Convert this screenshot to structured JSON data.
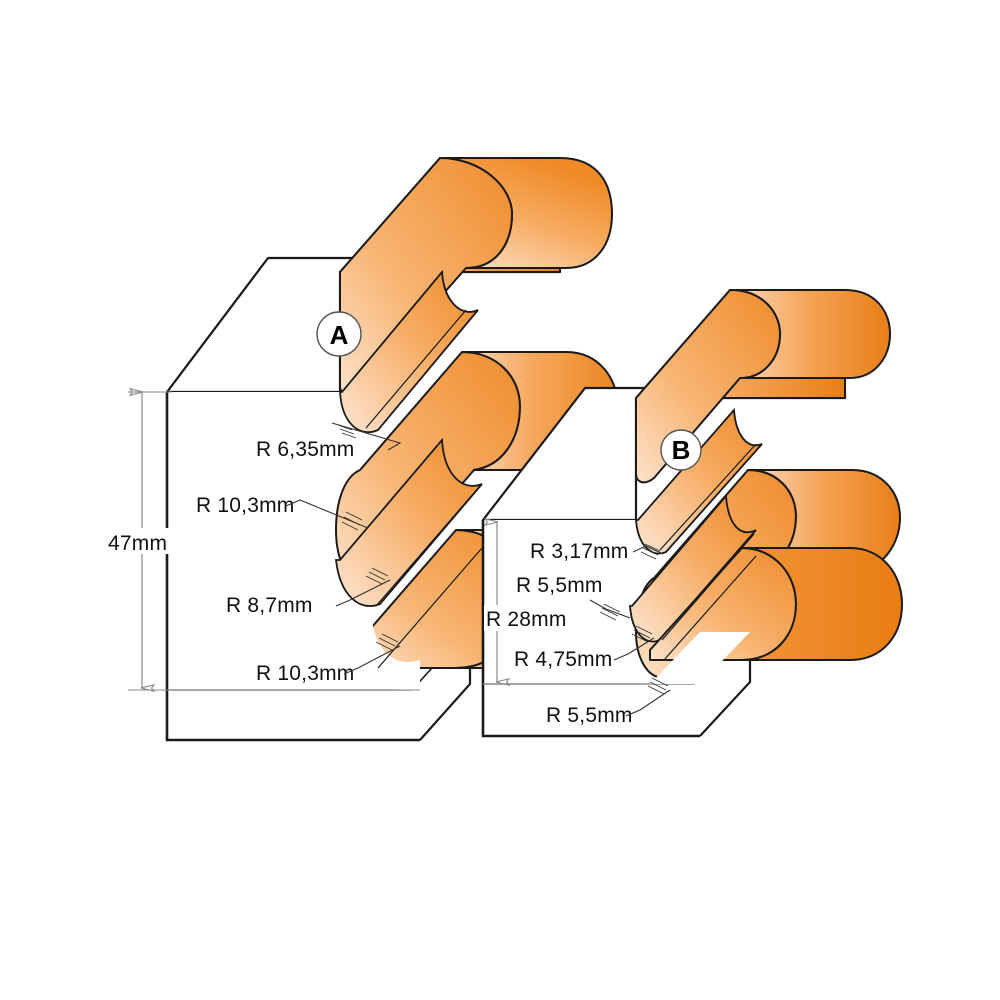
{
  "drawing": {
    "title": "Router bit profile cross-section diagram",
    "background_color": "#ffffff",
    "line_color": "#1a1a1a",
    "dim_line_color": "#8a8a8a",
    "profile_colors": {
      "light": "#fbdcc0",
      "mid": "#f6a85c",
      "dark": "#ee8b2a",
      "deep": "#e8801c"
    },
    "text_color": "#111111"
  },
  "profiles": [
    {
      "badge": "A",
      "badge_name": "profile-a-badge",
      "height_dim": {
        "label": "47mm",
        "orientation": "vertical"
      },
      "radius_labels": [
        {
          "label": "R 6,35mm"
        },
        {
          "label": "R 10,3mm"
        },
        {
          "label": "R 8,7mm"
        },
        {
          "label": "R 10,3mm"
        }
      ]
    },
    {
      "badge": "B",
      "badge_name": "profile-b-badge",
      "height_dim": {
        "label": "R 28mm",
        "orientation": "vertical"
      },
      "radius_labels": [
        {
          "label": "R 3,17mm"
        },
        {
          "label": "R 5,5mm"
        },
        {
          "label": "R 4,75mm"
        },
        {
          "label": "R 5,5mm"
        }
      ]
    }
  ],
  "labels": {
    "a_r1": "R 6,35mm",
    "a_r2": "R 10,3mm",
    "a_r3": "R 8,7mm",
    "a_r4": "R 10,3mm",
    "a_height": "47mm",
    "b_r1": "R 3,17mm",
    "b_r2": "R 5,5mm",
    "b_r3": "R 4,75mm",
    "b_r4": "R 5,5mm",
    "b_height": "R 28mm",
    "badge_a": "A",
    "badge_b": "B"
  }
}
